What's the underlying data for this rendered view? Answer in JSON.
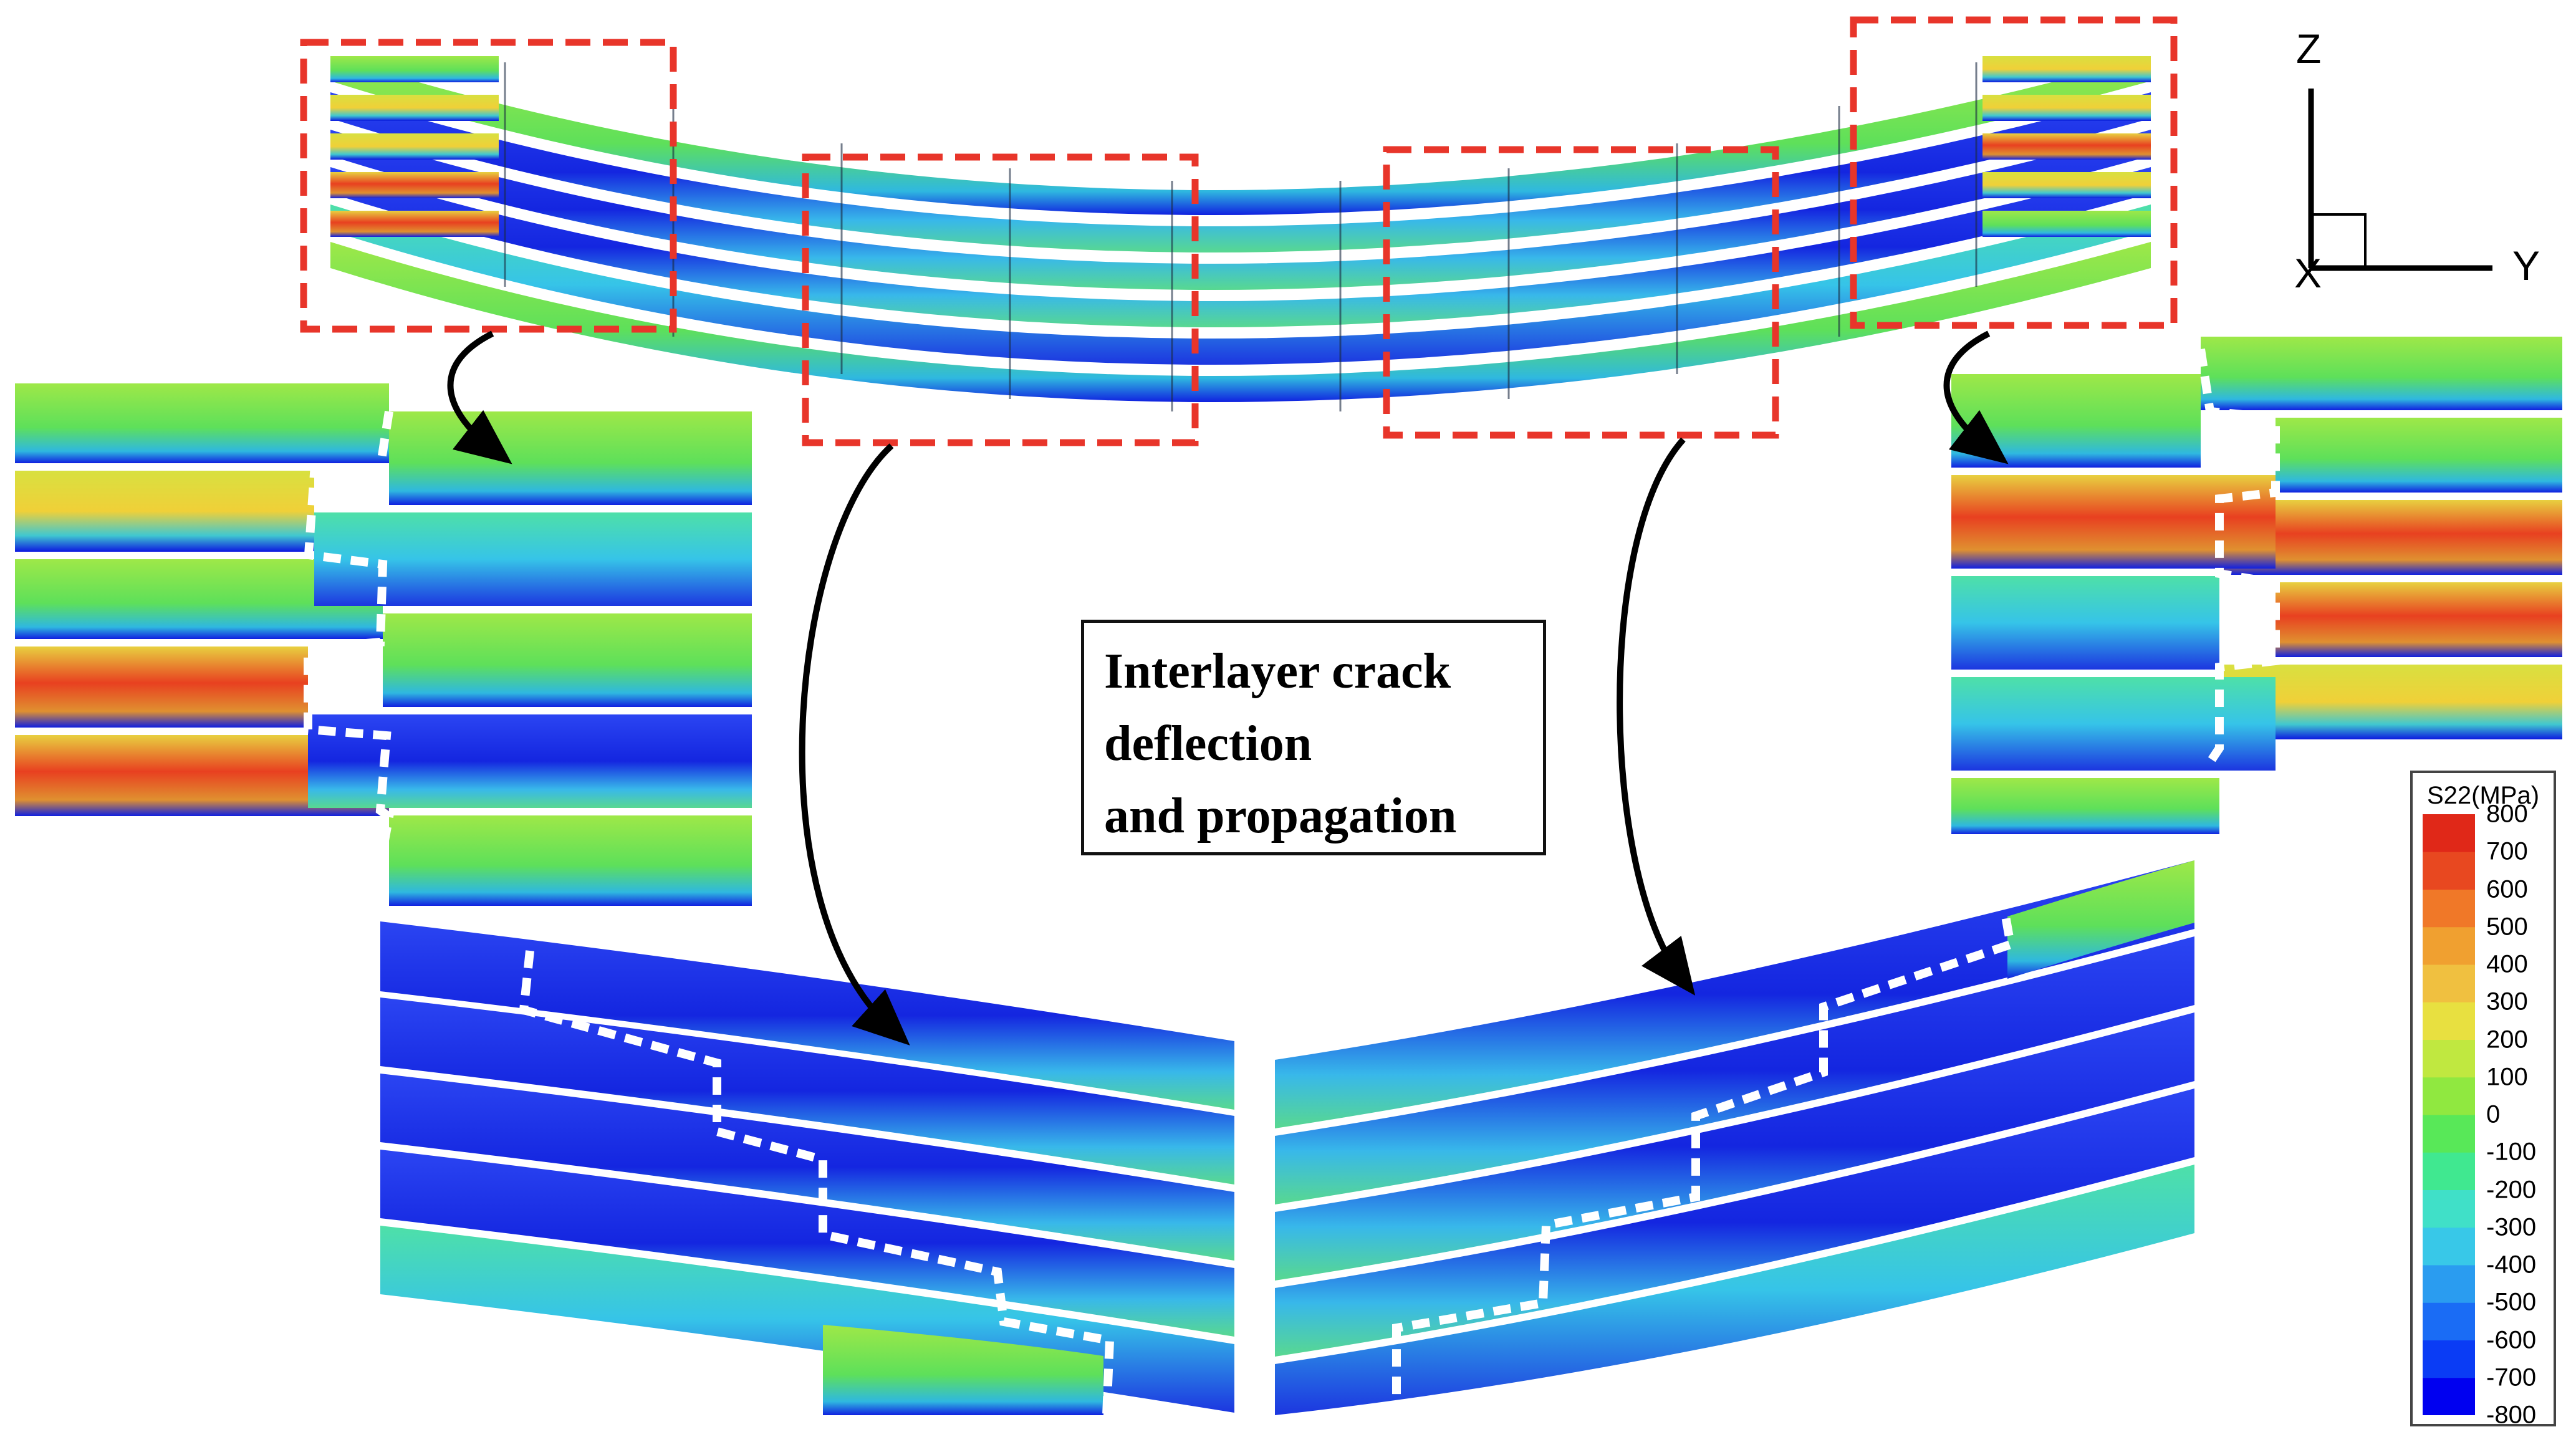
{
  "title_lines": [
    "Interlayer crack",
    "deflection",
    "and propagation"
  ],
  "axes": {
    "z": "Z",
    "y": "Y",
    "x": "X"
  },
  "legend": {
    "title": "S22(MPa)",
    "ticks": [
      "800",
      "700",
      "600",
      "500",
      "400",
      "300",
      "200",
      "100",
      "0",
      "-100",
      "-200",
      "-300",
      "-400",
      "-500",
      "-600",
      "-700",
      "-800"
    ],
    "colors": [
      "#0000f0",
      "#0a3cf5",
      "#1a6cf5",
      "#2a9cf0",
      "#38c8e8",
      "#40e0c8",
      "#40e890",
      "#58e858",
      "#90e840",
      "#c0e840",
      "#e8e040",
      "#f0c040",
      "#f0a030",
      "#f07828",
      "#e84820",
      "#e02818"
    ]
  },
  "colors": {
    "frame_dashed": "#e8352a",
    "crack_path": "#ffffff",
    "arrow": "#000000"
  }
}
